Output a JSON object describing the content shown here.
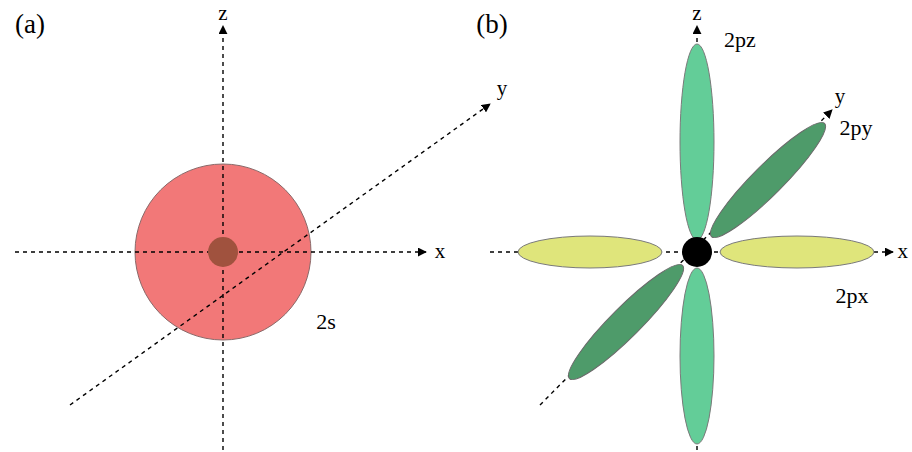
{
  "diagram": {
    "labels": [
      "(a)",
      "(b)",
      "z",
      "y",
      "x",
      "2s",
      "z",
      "y",
      "x",
      "2pz",
      "2py",
      "2px"
    ]
  }
}
